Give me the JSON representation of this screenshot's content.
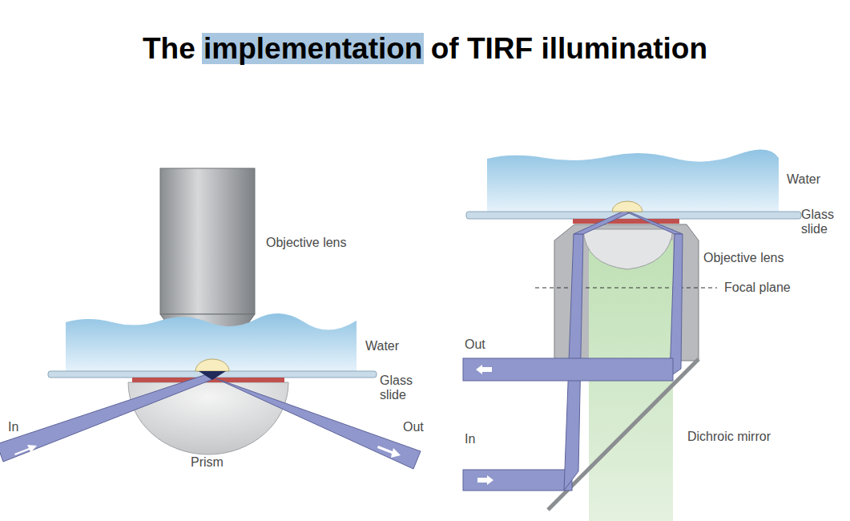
{
  "diagram": {
    "title": "The implementation of TIRF illumination",
    "labels": [
      "Objective lens",
      "Water",
      "Glass slide",
      "In",
      "Out",
      "Prism",
      "Water",
      "Glass slide",
      "Objective lens",
      "Focal plane",
      "Out",
      "In",
      "Dichroic mirror"
    ]
  }
}
